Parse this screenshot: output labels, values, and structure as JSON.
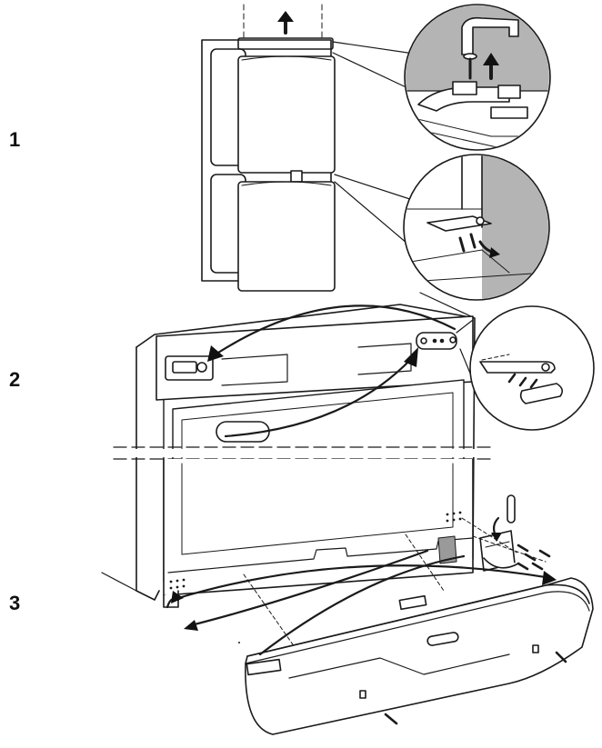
{
  "steps": [
    {
      "number": "1"
    },
    {
      "number": "2"
    },
    {
      "number": "3"
    }
  ],
  "colors": {
    "line": "#1a1a1a",
    "wall_gray": "#b4b4b4",
    "part_gray": "#9a9a9a",
    "arrow": "#111111"
  },
  "icons": [
    "arrow-up-icon",
    "screw-icon",
    "hinge-icon",
    "door-icon",
    "plinth-icon"
  ]
}
